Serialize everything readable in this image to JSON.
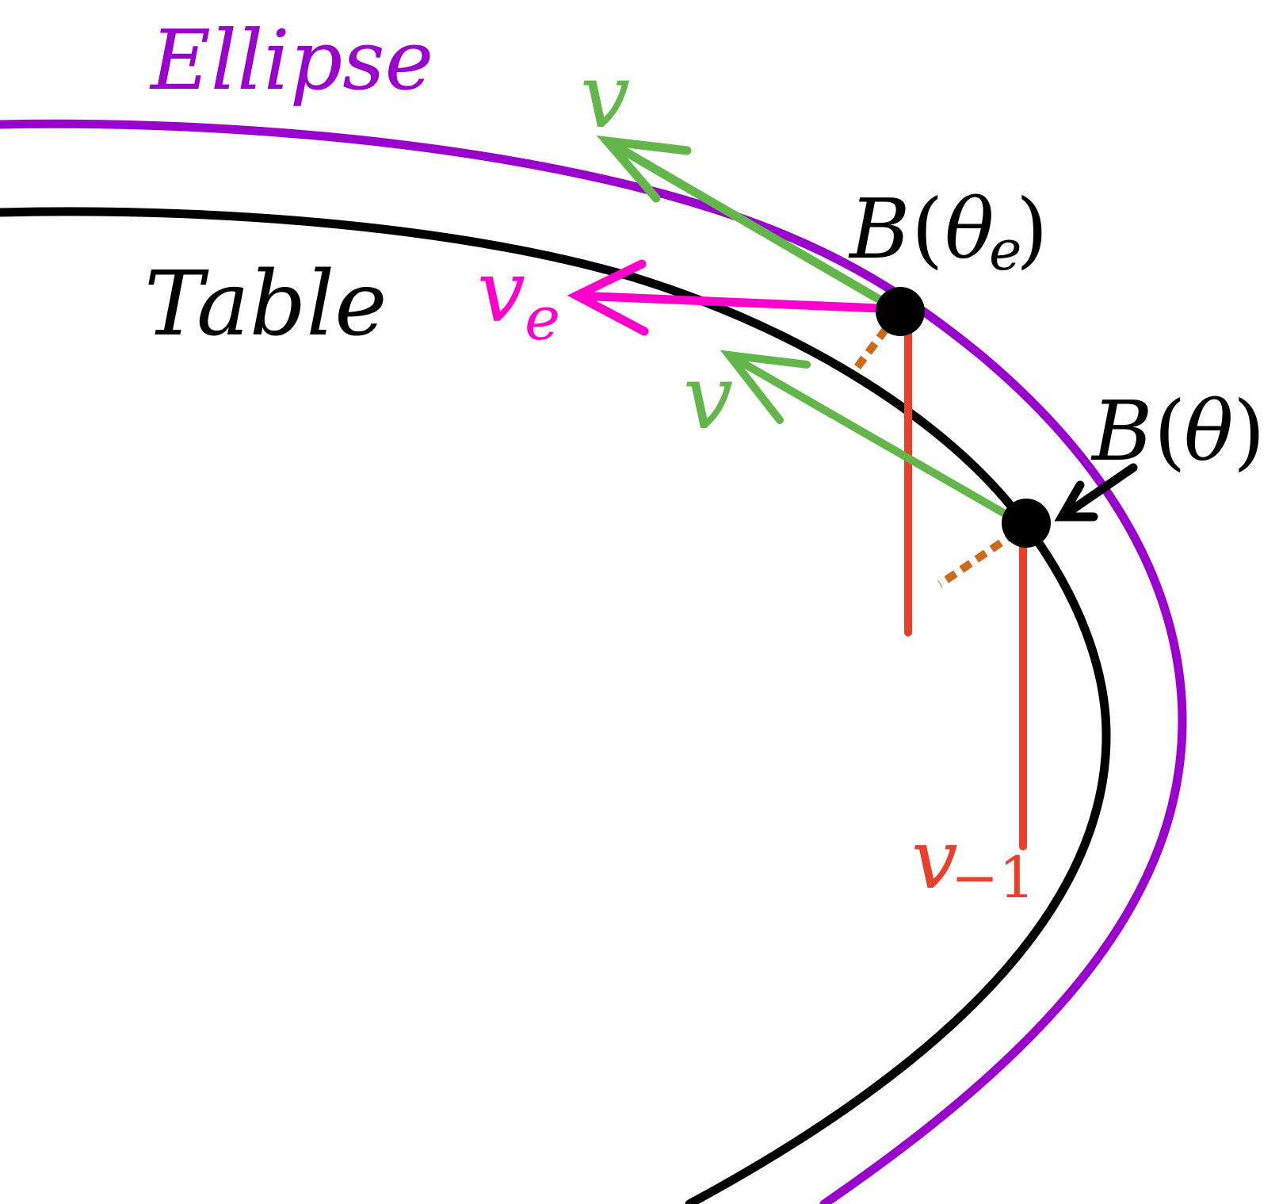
{
  "labels": {
    "ellipse": "Ellipse",
    "table": "Table",
    "v_top": "v",
    "v_e_main": "v",
    "v_e_sub": "e",
    "v_mid": "v",
    "b_theta_e_letter": "B",
    "b_theta_e_open": "(",
    "b_theta_e_theta": "θ",
    "b_theta_e_sub": "e",
    "b_theta_e_close": ")",
    "b_theta_letter": "B",
    "b_theta_open": "(",
    "b_theta_theta": "θ",
    "b_theta_close": ")",
    "v_minus1_main": "v",
    "v_minus1_sub": "−1"
  },
  "colors": {
    "ellipse": "#9900cc",
    "table": "#000000",
    "velocity": "#62b64a",
    "velocity_e": "#ff00cc",
    "vertical": "#e8402a",
    "normal": "#cc6a1c",
    "point": "#000000"
  }
}
